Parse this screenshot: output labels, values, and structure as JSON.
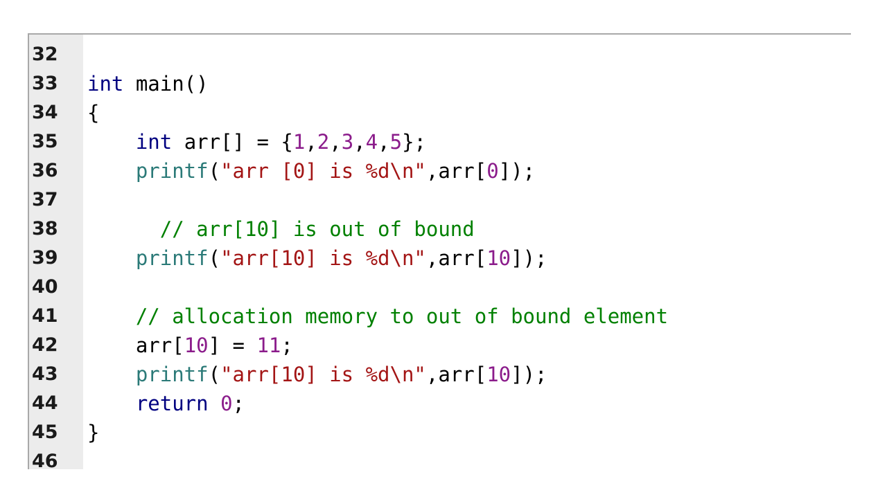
{
  "editor": {
    "lines": [
      {
        "num": "32",
        "tokens": []
      },
      {
        "num": "33",
        "tokens": [
          {
            "t": "int",
            "c": "kw"
          },
          {
            "t": " main()",
            "c": "id"
          }
        ]
      },
      {
        "num": "34",
        "tokens": [
          {
            "t": "{",
            "c": "pun"
          }
        ]
      },
      {
        "num": "35",
        "tokens": [
          {
            "t": "    ",
            "c": "id"
          },
          {
            "t": "int",
            "c": "kw"
          },
          {
            "t": " arr[] = {",
            "c": "id"
          },
          {
            "t": "1",
            "c": "num"
          },
          {
            "t": ",",
            "c": "pun"
          },
          {
            "t": "2",
            "c": "num"
          },
          {
            "t": ",",
            "c": "pun"
          },
          {
            "t": "3",
            "c": "num"
          },
          {
            "t": ",",
            "c": "pun"
          },
          {
            "t": "4",
            "c": "num"
          },
          {
            "t": ",",
            "c": "pun"
          },
          {
            "t": "5",
            "c": "num"
          },
          {
            "t": "};",
            "c": "pun"
          }
        ]
      },
      {
        "num": "36",
        "tokens": [
          {
            "t": "    ",
            "c": "id"
          },
          {
            "t": "printf",
            "c": "fn"
          },
          {
            "t": "(",
            "c": "pun"
          },
          {
            "t": "\"arr [0] is %d\\n\"",
            "c": "str"
          },
          {
            "t": ",arr[",
            "c": "id"
          },
          {
            "t": "0",
            "c": "num"
          },
          {
            "t": "]);",
            "c": "pun"
          }
        ]
      },
      {
        "num": "37",
        "tokens": []
      },
      {
        "num": "38",
        "tokens": [
          {
            "t": "      ",
            "c": "id"
          },
          {
            "t": "// arr[10] is out of bound",
            "c": "cmt"
          }
        ]
      },
      {
        "num": "39",
        "tokens": [
          {
            "t": "    ",
            "c": "id"
          },
          {
            "t": "printf",
            "c": "fn"
          },
          {
            "t": "(",
            "c": "pun"
          },
          {
            "t": "\"arr[10] is %d\\n\"",
            "c": "str"
          },
          {
            "t": ",arr[",
            "c": "id"
          },
          {
            "t": "10",
            "c": "num"
          },
          {
            "t": "]);",
            "c": "pun"
          }
        ]
      },
      {
        "num": "40",
        "tokens": []
      },
      {
        "num": "41",
        "tokens": [
          {
            "t": "    ",
            "c": "id"
          },
          {
            "t": "// allocation memory to out of bound element",
            "c": "cmt"
          }
        ]
      },
      {
        "num": "42",
        "tokens": [
          {
            "t": "    ",
            "c": "id"
          },
          {
            "t": "arr[",
            "c": "id"
          },
          {
            "t": "10",
            "c": "num"
          },
          {
            "t": "] = ",
            "c": "id"
          },
          {
            "t": "11",
            "c": "num"
          },
          {
            "t": ";",
            "c": "pun"
          }
        ]
      },
      {
        "num": "43",
        "tokens": [
          {
            "t": "    ",
            "c": "id"
          },
          {
            "t": "printf",
            "c": "fn"
          },
          {
            "t": "(",
            "c": "pun"
          },
          {
            "t": "\"arr[10] is %d\\n\"",
            "c": "str"
          },
          {
            "t": ",arr[",
            "c": "id"
          },
          {
            "t": "10",
            "c": "num"
          },
          {
            "t": "]);",
            "c": "pun"
          }
        ]
      },
      {
        "num": "44",
        "tokens": [
          {
            "t": "    ",
            "c": "id"
          },
          {
            "t": "return",
            "c": "kw"
          },
          {
            "t": " ",
            "c": "id"
          },
          {
            "t": "0",
            "c": "num"
          },
          {
            "t": ";",
            "c": "pun"
          }
        ]
      },
      {
        "num": "45",
        "tokens": [
          {
            "t": "}",
            "c": "pun"
          }
        ]
      },
      {
        "num": "46",
        "tokens": []
      }
    ]
  }
}
